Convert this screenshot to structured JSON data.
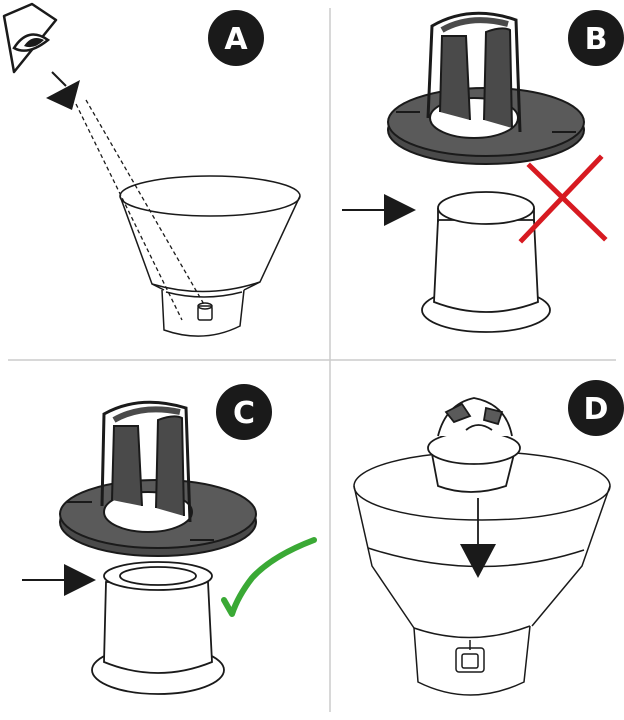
{
  "panels": [
    {
      "id": "a",
      "label": "A"
    },
    {
      "id": "b",
      "label": "B"
    },
    {
      "id": "c",
      "label": "C"
    },
    {
      "id": "d",
      "label": "D"
    }
  ],
  "colors": {
    "line": "#1a1a1a",
    "part_fill": "#4a4a4a",
    "divider": "#cccccc",
    "badge": "#1a1a1a",
    "wrong_mark": "#d71a21",
    "correct_mark": "#3aa935"
  },
  "icons": {
    "panel_a": "eye-icon",
    "panel_b": "cross-icon",
    "panel_c": "checkmark-icon"
  }
}
